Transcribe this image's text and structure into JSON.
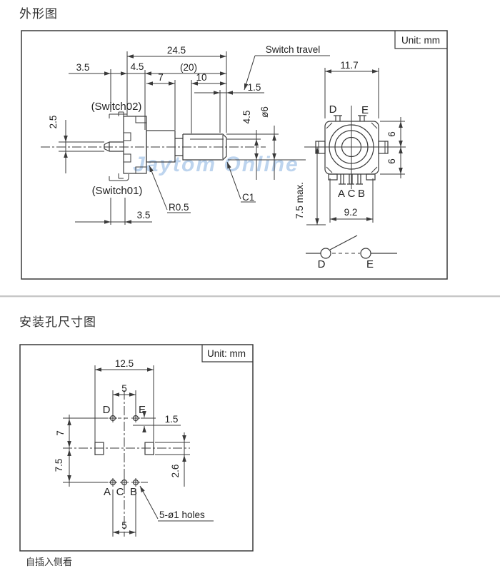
{
  "page": {
    "section1_title": "外形图",
    "section2_title": "安装孔尺寸图",
    "unit_label": "Unit: mm",
    "watermark": "Jaytom Online",
    "view_note": "自插入侧看"
  },
  "outline": {
    "dim_total": "24.5",
    "dim_shaft_ref": "(20)",
    "dim_bushing": "7",
    "dim_flat": "10",
    "dim_travel": "1.5",
    "dim_rear": "3.5",
    "dim_plate": "4.5",
    "dim_plunger": "2.5",
    "dim_bottom": "3.5",
    "dim_flat_height": "4.5",
    "dim_shaft_dia": "ø6",
    "switch_travel_label": "Switch travel",
    "switch02_label": "(Switch02)",
    "switch01_label": "(Switch01)",
    "radius_label": "R0.5",
    "chamfer_label": "C1",
    "dim_body_width": "11.7",
    "dim_half_top": "6",
    "dim_half_bottom": "6",
    "dim_terminal_span": "9.2",
    "dim_depth": "7.5 max.",
    "front_d": "D",
    "front_e": "E",
    "front_a": "A",
    "front_c": "C",
    "front_b": "B",
    "sw_d": "D",
    "sw_e": "E"
  },
  "mounting": {
    "dim_slot_span": "12.5",
    "dim_sw_span": "5",
    "hole_d": "D",
    "hole_e": "E",
    "dim_offset": "1.5",
    "dim_upper": "7",
    "dim_lower": "7.5",
    "dim_slot_h": "2.6",
    "hole_a": "A",
    "hole_c": "C",
    "hole_b": "B",
    "holes_note": "5-ø1 holes",
    "dim_term_span": "5"
  }
}
